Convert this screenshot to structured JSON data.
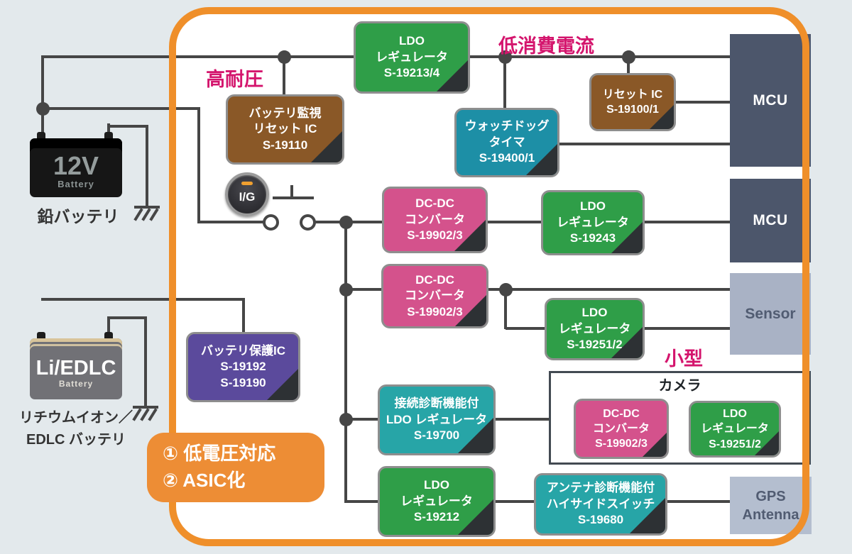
{
  "palette": {
    "background": "#e3e9ec",
    "panel": "#ffffff",
    "border_orange": "#ef8f2a",
    "wire": "#464646",
    "green": "#2f9e48",
    "pink": "#d4528c",
    "brown": "#8a5827",
    "cyan_teal": "#1d8fa6",
    "teal": "#27a5a7",
    "purple": "#5b4a9c",
    "slate": "#4c566b",
    "magenta_label": "#d4156d"
  },
  "annotations": {
    "high_voltage": "高耐圧",
    "low_current": "低消費電流",
    "compact": "小型"
  },
  "badge": {
    "line1": "① 低電圧対応",
    "line2": "② ASIC化"
  },
  "ignition": {
    "label": "I/G"
  },
  "batteries": {
    "lead": {
      "label": "12V",
      "sub": "Battery",
      "caption": "鉛バッテリ"
    },
    "li": {
      "label": "Li/EDLC",
      "sub": "Battery",
      "caption1": "リチウムイオン／",
      "caption2": "EDLC バッテリ"
    }
  },
  "ics": {
    "ldo_19213": {
      "line1": "LDO",
      "line2": "レギュレータ",
      "line3": "S-19213/4"
    },
    "monitor_19110": {
      "line1": "バッテリ監視",
      "line2": "リセット IC",
      "line3": "S-19110"
    },
    "reset_19100": {
      "line1": "リセット IC",
      "line2": "S-19100/1"
    },
    "watchdog_19400": {
      "line1": "ウォッチドッグ",
      "line2": "タイマ",
      "line3": "S-19400/1"
    },
    "dcdc_19902_a": {
      "line1": "DC-DC",
      "line2": "コンバータ",
      "line3": "S-19902/3"
    },
    "ldo_19243": {
      "line1": "LDO",
      "line2": "レギュレータ",
      "line3": "S-19243"
    },
    "dcdc_19902_b": {
      "line1": "DC-DC",
      "line2": "コンバータ",
      "line3": "S-19902/3"
    },
    "ldo_19251_a": {
      "line1": "LDO",
      "line2": "レギュレータ",
      "line3": "S-19251/2"
    },
    "protection_19192": {
      "line1": "バッテリ保護IC",
      "line2": "S-19192",
      "line3": "S-19190"
    },
    "conn_ldo_19700": {
      "line1": "接続診断機能付",
      "line2": "LDO レギュレータ",
      "line3": "S-19700"
    },
    "dcdc_19902_c": {
      "line1": "DC-DC",
      "line2": "コンバータ",
      "line3": "S-19902/3"
    },
    "ldo_19251_b": {
      "line1": "LDO",
      "line2": "レギュレータ",
      "line3": "S-19251/2"
    },
    "ldo_19212": {
      "line1": "LDO",
      "line2": "レギュレータ",
      "line3": "S-19212"
    },
    "antenna_19680": {
      "line1": "アンテナ診断機能付",
      "line2": "ハイサイドスイッチ",
      "line3": "S-19680"
    }
  },
  "loads": {
    "mcu1": "MCU",
    "mcu2": "MCU",
    "sensor": "Sensor",
    "gps_line1": "GPS",
    "gps_line2": "Antenna",
    "camera_group": "カメラ"
  }
}
